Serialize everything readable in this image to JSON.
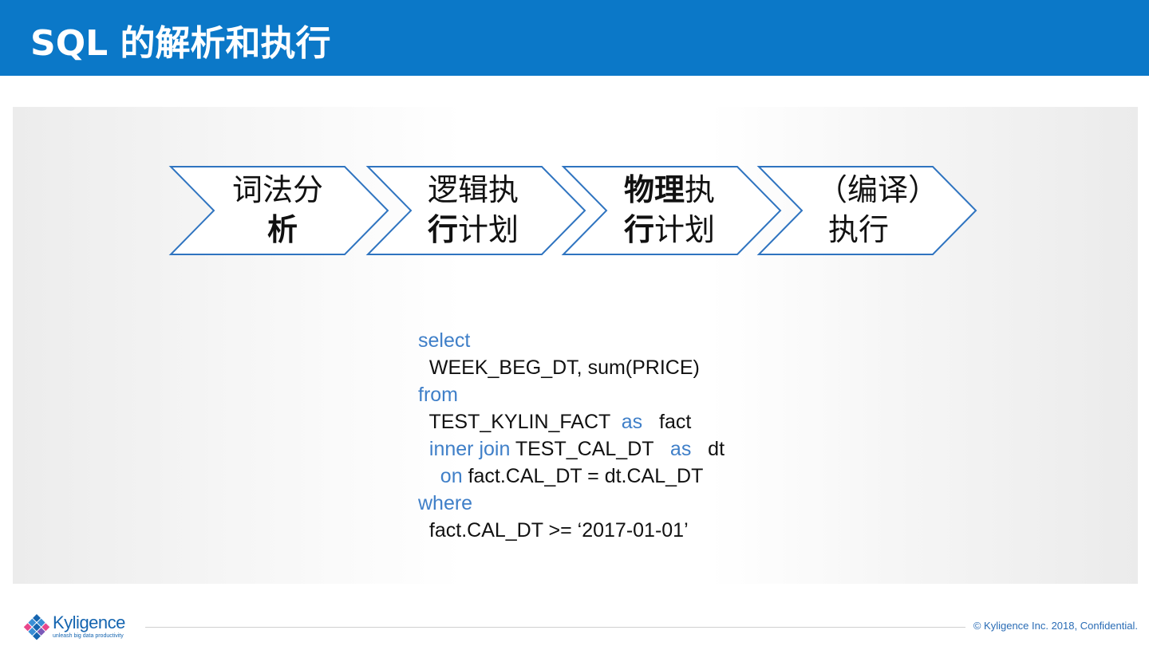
{
  "header": {
    "title": "SQL 的解析和执行",
    "bg_color": "#0b78c8"
  },
  "flow": {
    "steps": [
      {
        "line1_normal": "词法分",
        "line1_bold": "",
        "line2_bold": "析",
        "line2_normal": ""
      },
      {
        "line1_normal": "逻辑执",
        "line1_bold": "",
        "line2_bold": "行",
        "line2_normal": "计划"
      },
      {
        "line1_normal": "执",
        "line1_bold": "物理",
        "line2_bold": "行",
        "line2_normal": "计划"
      },
      {
        "line1_normal": "（编译）",
        "line1_bold": "",
        "line2_bold": "",
        "line2_normal": "执行"
      }
    ],
    "arrow_color": "#2f74c0"
  },
  "sql": {
    "keyword_color": "#3f7fc8",
    "select_kw": "select",
    "select_cols": "WEEK_BEG_DT, sum(PRICE)",
    "from_kw": "from",
    "from_table": "TEST_KYLIN_FACT",
    "as1": "as",
    "alias1": "fact",
    "join_kw": "inner join",
    "join_table": "TEST_CAL_DT",
    "as2": "as",
    "alias2": "dt",
    "on_kw": "on",
    "on_cond": "fact.CAL_DT = dt.CAL_DT",
    "where_kw": "where",
    "where_cond": "fact.CAL_DT >= ‘2017-01-01’"
  },
  "footer": {
    "logo_name": "Kyligence",
    "logo_tagline": "unleash big data productivity",
    "copyright": "© Kyligence Inc. 2018, Confidential."
  }
}
